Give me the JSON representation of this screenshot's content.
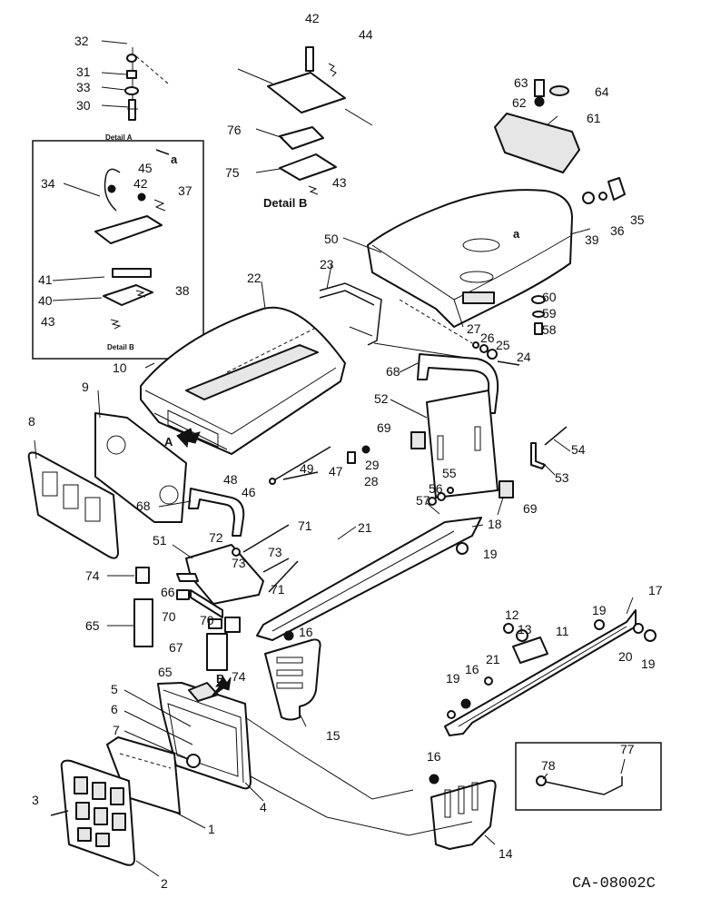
{
  "drawing": {
    "code": "CA-08002C",
    "detail_a_title": "Detail A",
    "detail_b_small": "Detail B",
    "detail_b_title": "Detail B",
    "view_a": "A",
    "view_b": "B",
    "note_a_left": "a",
    "note_a_top": "a"
  },
  "callouts": [
    {
      "n": "32"
    },
    {
      "n": "31"
    },
    {
      "n": "33"
    },
    {
      "n": "30"
    },
    {
      "n": "42"
    },
    {
      "n": "44"
    },
    {
      "n": "76"
    },
    {
      "n": "75"
    },
    {
      "n": "43"
    },
    {
      "n": "63"
    },
    {
      "n": "64"
    },
    {
      "n": "62"
    },
    {
      "n": "61"
    },
    {
      "n": "34"
    },
    {
      "n": "45"
    },
    {
      "n": "42"
    },
    {
      "n": "37"
    },
    {
      "n": "41"
    },
    {
      "n": "38"
    },
    {
      "n": "40"
    },
    {
      "n": "43"
    },
    {
      "n": "35"
    },
    {
      "n": "39"
    },
    {
      "n": "36"
    },
    {
      "n": "50"
    },
    {
      "n": "23"
    },
    {
      "n": "22"
    },
    {
      "n": "60"
    },
    {
      "n": "59"
    },
    {
      "n": "58"
    },
    {
      "n": "27"
    },
    {
      "n": "26"
    },
    {
      "n": "25"
    },
    {
      "n": "24"
    },
    {
      "n": "10"
    },
    {
      "n": "68"
    },
    {
      "n": "52"
    },
    {
      "n": "9"
    },
    {
      "n": "69"
    },
    {
      "n": "8"
    },
    {
      "n": "29"
    },
    {
      "n": "28"
    },
    {
      "n": "54"
    },
    {
      "n": "48"
    },
    {
      "n": "49"
    },
    {
      "n": "55"
    },
    {
      "n": "53"
    },
    {
      "n": "47"
    },
    {
      "n": "46"
    },
    {
      "n": "56"
    },
    {
      "n": "57"
    },
    {
      "n": "69"
    },
    {
      "n": "68"
    },
    {
      "n": "71"
    },
    {
      "n": "21"
    },
    {
      "n": "18"
    },
    {
      "n": "72"
    },
    {
      "n": "51"
    },
    {
      "n": "73"
    },
    {
      "n": "73"
    },
    {
      "n": "19"
    },
    {
      "n": "74"
    },
    {
      "n": "66"
    },
    {
      "n": "71"
    },
    {
      "n": "70"
    },
    {
      "n": "65"
    },
    {
      "n": "70"
    },
    {
      "n": "67"
    },
    {
      "n": "17"
    },
    {
      "n": "12"
    },
    {
      "n": "13"
    },
    {
      "n": "11"
    },
    {
      "n": "19"
    },
    {
      "n": "16"
    },
    {
      "n": "20"
    },
    {
      "n": "19"
    },
    {
      "n": "65"
    },
    {
      "n": "74"
    },
    {
      "n": "5"
    },
    {
      "n": "21"
    },
    {
      "n": "19"
    },
    {
      "n": "16"
    },
    {
      "n": "6"
    },
    {
      "n": "15"
    },
    {
      "n": "7"
    },
    {
      "n": "78"
    },
    {
      "n": "77"
    },
    {
      "n": "16"
    },
    {
      "n": "4"
    },
    {
      "n": "3"
    },
    {
      "n": "1"
    },
    {
      "n": "14"
    },
    {
      "n": "2"
    }
  ]
}
